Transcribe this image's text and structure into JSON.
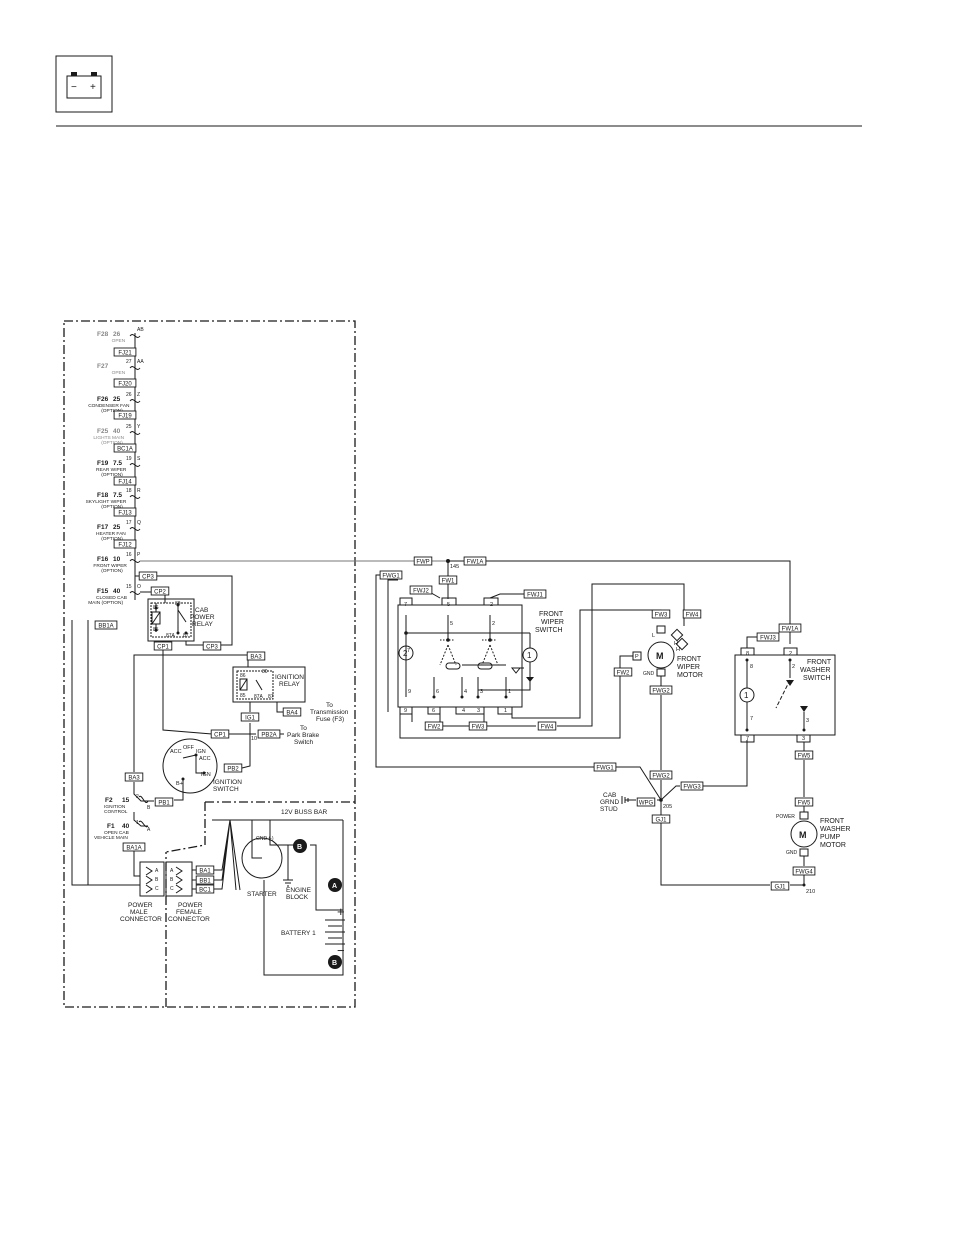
{
  "header": {
    "icon": "battery-icon",
    "battery_minus": "−",
    "battery_plus": "+"
  },
  "fuses": [
    {
      "name": "F28",
      "rating": "26",
      "term": "AB",
      "desc": "OPEN",
      "desc2": "",
      "grey": true,
      "wire": "FJ21"
    },
    {
      "name": "F27",
      "rating": "",
      "num": "27",
      "term": "AA",
      "desc": "OPEN",
      "desc2": "",
      "grey": true,
      "wire": "FJ20"
    },
    {
      "name": "F26",
      "rating": "25",
      "num": "26",
      "term": "Z",
      "desc": "CONDENSER FAN",
      "desc2": "(OPTION)",
      "grey": false,
      "wire": "FJ19"
    },
    {
      "name": "F25",
      "rating": "40",
      "num": "25",
      "term": "Y",
      "desc": "LIGHTS MAIN",
      "desc2": "(OPTION)",
      "grey": true,
      "wire": "BC1A"
    },
    {
      "name": "F19",
      "rating": "7.5",
      "num": "19",
      "term": "S",
      "desc": "REAR WIPER",
      "desc2": "(OPTION)",
      "grey": false,
      "wire": "FJ14"
    },
    {
      "name": "F18",
      "rating": "7.5",
      "num": "18",
      "term": "R",
      "desc": "SKYLIGHT WIPER",
      "desc2": "(OPTION)",
      "grey": false,
      "wire": "FJ13"
    },
    {
      "name": "F17",
      "rating": "25",
      "num": "17",
      "term": "Q",
      "desc": "HEATER FAN",
      "desc2": "(OPTION)",
      "grey": false,
      "wire": "FJ12"
    },
    {
      "name": "F16",
      "rating": "10",
      "num": "16",
      "term": "P",
      "desc": "FRONT WIPER",
      "desc2": "(OPTION)",
      "grey": false,
      "wire": ""
    },
    {
      "name": "F15",
      "rating": "40",
      "num": "15",
      "term": "O",
      "desc": "CLOSED CAB",
      "desc2": "MAIN (OPTION)",
      "grey": false,
      "wire": ""
    }
  ],
  "wires": {
    "cp3": "CP3",
    "cp2": "CP2",
    "cp1": "CP1",
    "cp3b": "CP3",
    "bb1a": "BB1A",
    "ba3": "BA3",
    "ba3b": "BA3",
    "ba4": "BA4",
    "ig1": "IG1",
    "cp1b": "CP1",
    "pb2a": "PB2A",
    "pb2": "PB2",
    "pb1": "PB1",
    "ba1a": "BA1A",
    "ba1": "BA1",
    "bb1": "BB1",
    "bc1": "BC1",
    "fwp": "FWP",
    "fw1a": "FW1A",
    "fw1": "FW1",
    "fwg1": "FWG1",
    "fwj2": "FWJ2",
    "fwj1": "FWJ1",
    "fw2": "FW2",
    "fw3": "FW3",
    "fw4": "FW4",
    "fw3b": "FW3",
    "fw4b": "FW4",
    "fw2b": "FW2",
    "fwg2": "FWG2",
    "fwg1b": "FWG1",
    "fwg2b": "FWG2",
    "fwg3": "FWG3",
    "wpg": "WPG",
    "gj1": "GJ1",
    "gj1b": "GJ1",
    "fw1ab": "FW1A",
    "fwj3": "FWJ3",
    "fw5": "FW5",
    "fw5b": "FW5",
    "fwg4": "FWG4"
  },
  "labels": {
    "cab_power_relay": [
      "CAB",
      "POWER",
      "RELAY"
    ],
    "ignition_relay": [
      "IGNITION",
      "RELAY"
    ],
    "to_trans": [
      "To",
      "Transmission",
      "Fuse (F3)"
    ],
    "to_park": [
      "To",
      "Park Brake",
      "Switch"
    ],
    "ignition_switch": [
      "IGNITION",
      "SWITCH"
    ],
    "f2": {
      "name": "F2",
      "rating": "15",
      "desc": "IGNITION",
      "desc2": "CONTROL"
    },
    "f1": {
      "name": "F1",
      "rating": "40",
      "desc": "OPEN CAB",
      "desc2": "VEHICLE MAIN"
    },
    "buss_bar": "12V BUSS BAR",
    "starter": "STARTER",
    "engine_block": [
      "ENGINE",
      "BLOCK"
    ],
    "gnd_minus": "GND (-)",
    "battery": "BATTERY 1",
    "power_male": [
      "POWER",
      "MALE",
      "CONNECTOR"
    ],
    "power_female": [
      "POWER",
      "FEMALE",
      "CONNECTOR"
    ],
    "front_wiper_switch": [
      "FRONT",
      "WIPER",
      "SWITCH"
    ],
    "front_wiper_motor": [
      "FRONT",
      "WIPER",
      "MOTOR"
    ],
    "front_washer_switch": [
      "FRONT",
      "WASHER",
      "SWITCH"
    ],
    "front_washer_pump": [
      "FRONT",
      "WASHER",
      "PUMP",
      "MOTOR"
    ],
    "cab_grnd": [
      "CAB",
      "GRND",
      "STUD"
    ],
    "motor_m": "M",
    "power": "POWER",
    "gnd": "GND",
    "splice_145": "145",
    "splice_205": "205",
    "splice_210": "210",
    "sw_off": "OFF",
    "sw_acc": "ACC",
    "sw_ign": "IGN",
    "sw_acc2": "ACC",
    "sw_ign2": "IGN",
    "sw_b": "B+",
    "r30": "30",
    "r86": "86",
    "r85": "85",
    "r87a": "87A",
    "r87": "87",
    "n10": "10",
    "n2": "2",
    "n1": "1",
    "term_a": "A",
    "term_b": "B",
    "term_c": "C",
    "callout_a": "A",
    "callout_b": "B",
    "pin_1": "1",
    "pin_2": "2",
    "pin_3": "3",
    "pin_4": "4",
    "pin_5": "5",
    "pin_6": "6",
    "pin_7": "7",
    "pin_8": "8",
    "pin_9": "9",
    "mot_l": "L",
    "mot_h": "H",
    "mot_p": "P",
    "bat_plus": "+",
    "bat_minus": "−"
  }
}
